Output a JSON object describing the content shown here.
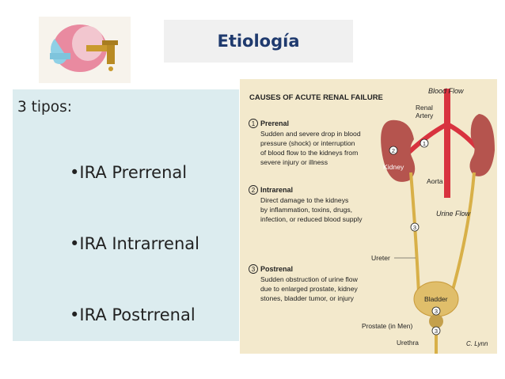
{
  "slide": {
    "title": "Etiología",
    "heading": "3 tipos:",
    "bullets": [
      "•IRA Prerrenal",
      "•IRA Intrarrenal",
      "•IRA Postrrenal"
    ]
  },
  "diagram": {
    "title": "CAUSES OF ACUTE RENAL FAILURE",
    "causes": [
      {
        "number": "1",
        "name": "Prerenal",
        "lines": [
          "Sudden and severe drop in blood",
          "pressure (shock) or interruption",
          "of blood flow to the kidneys from",
          "severe injury or illness"
        ]
      },
      {
        "number": "2",
        "name": "Intrarenal",
        "lines": [
          "Direct damage to the kidneys",
          "by inflammation, toxins, drugs,",
          "infection, or reduced blood supply"
        ]
      },
      {
        "number": "3",
        "name": "Postrenal",
        "lines": [
          "Sudden obstruction of urine flow",
          "due to enlarged prostate, kidney",
          "stones, bladder tumor, or injury"
        ]
      }
    ],
    "labels": {
      "blood_flow": "Blood Flow",
      "renal_artery_1": "Renal",
      "renal_artery_2": "Artery",
      "kidney": "Kidney",
      "aorta": "Aorta",
      "urine_flow": "Urine Flow",
      "ureter": "Ureter",
      "bladder": "Bladder",
      "prostate": "Prostate (in Men)",
      "urethra": "Urethra",
      "signature": "C. Lynn"
    }
  },
  "colors": {
    "title_text": "#1f3a6e",
    "content_bg": "#dcecef",
    "title_bg": "#f0f0f0",
    "diagram_bg": "#f3e9cc",
    "kidney": "#b5544e",
    "artery": "#d8333f",
    "ureter": "#d8b048"
  }
}
